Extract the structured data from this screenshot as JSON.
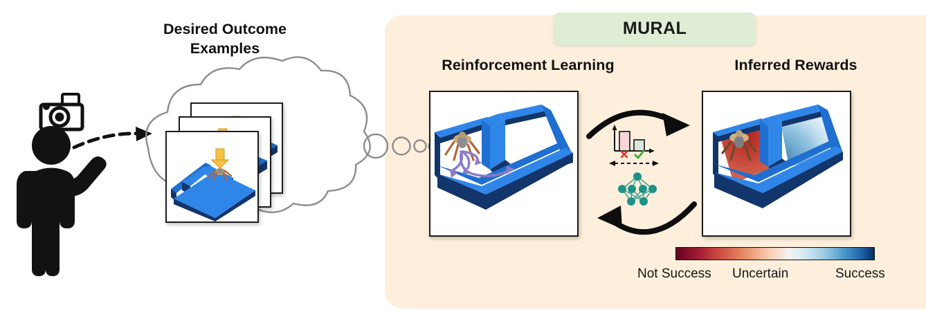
{
  "figure": {
    "type": "method-diagram",
    "background_color": "#ffffff"
  },
  "left_section": {
    "title_line1": "Desired Outcome",
    "title_line2": "Examples",
    "human_icon": "person-silhouette-icon",
    "camera_icon": "camera-icon",
    "thought_cloud_icon": "thought-cloud-icon",
    "example_images_count": 3,
    "example_image_description": "ant-robot-at-goal-in-maze",
    "goal_marker_color": "#F5C242"
  },
  "mural_panel": {
    "title": "MURAL",
    "title_background": "#DFEDD5",
    "panel_background": "#FDEFDC",
    "left_column": {
      "title": "Reinforcement Learning",
      "image_description": "ant-robot-exploring-maze-with-trajectories",
      "trajectory_color": "#8A7BC8"
    },
    "right_column": {
      "title": "Inferred Rewards",
      "image_description": "ant-robot-in-maze-with-reward-heatmap"
    },
    "center": {
      "top_arrow": "curved-arrow-right",
      "bottom_arrow": "curved-arrow-left",
      "classifier_icon": "bar-chart-classifier-icon",
      "negative_symbol": "x-mark",
      "positive_symbol": "check-mark",
      "negative_color": "#E8302A",
      "positive_color": "#3DAE2B",
      "distribution_arrow": "dashed-double-arrow",
      "network_icon": "neural-network-icon",
      "network_color": "#1E9287"
    },
    "colorbar": {
      "label_left": "Not Success",
      "label_center": "Uncertain",
      "label_right": "Success",
      "color_low": "#67001f",
      "color_mid": "#f2f2f2",
      "color_high": "#053061",
      "colormap": "RdBu"
    }
  }
}
